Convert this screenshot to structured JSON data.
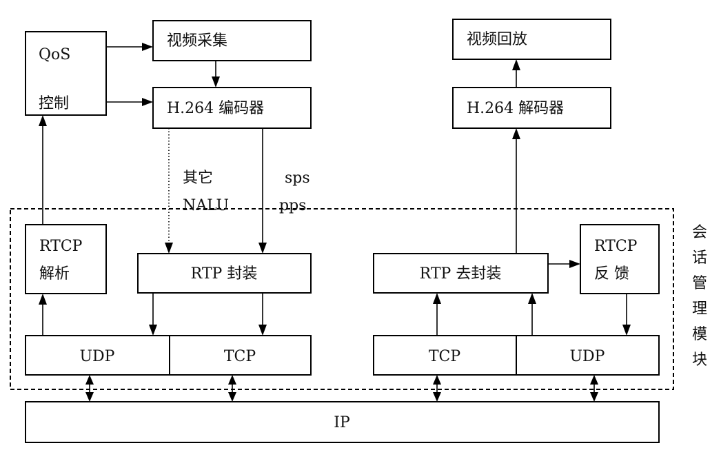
{
  "nodes": {
    "qos": {
      "line1": "QoS",
      "line2": "控制"
    },
    "video_capture": "视频采集",
    "h264_encoder": "H.264 编码器",
    "video_playback": "视频回放",
    "h264_decoder": "H.264 解码器",
    "rtcp_parse": {
      "line1": "RTCP",
      "line2": "解析"
    },
    "rtp_pack": "RTP 封装",
    "rtp_unpack": "RTP 去封装",
    "rtcp_feedback": {
      "line1": "RTCP",
      "line2": "反  馈"
    },
    "left_udp": "UDP",
    "left_tcp": "TCP",
    "right_tcp": "TCP",
    "right_udp": "UDP",
    "ip": "IP"
  },
  "edge_labels": {
    "other_nalu": {
      "line1": "其它",
      "line2": "NALU"
    },
    "sps_pps": {
      "line1": "sps",
      "line2": "pps"
    }
  },
  "session_module": {
    "chars": [
      "会",
      "话",
      "管",
      "理",
      "模",
      "块"
    ]
  }
}
